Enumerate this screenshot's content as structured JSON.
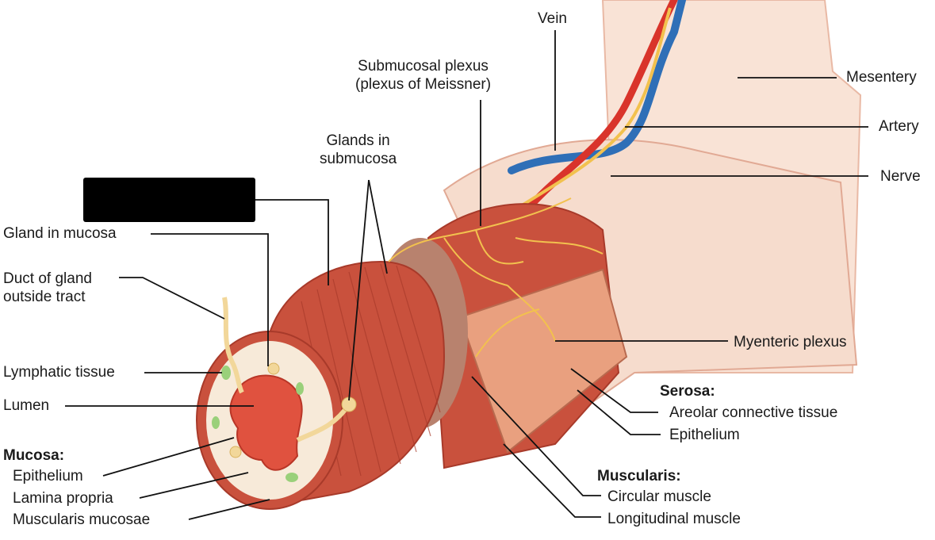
{
  "labels": {
    "vein": "Vein",
    "submucosal_plexus_1": "Submucosal plexus",
    "submucosal_plexus_2": "(plexus of Meissner)",
    "mesentery": "Mesentery",
    "artery": "Artery",
    "nerve": "Nerve",
    "glands_in_1": "Glands in",
    "glands_in_2": "submucosa",
    "gland_in_mucosa": "Gland in mucosa",
    "duct_1": "Duct of gland",
    "duct_2": "outside tract",
    "lymphatic": "Lymphatic tissue",
    "lumen": "Lumen",
    "mucosa_heading": "Mucosa:",
    "epithelium_mucosa": "Epithelium",
    "lamina_propria": "Lamina propria",
    "muscularis_mucosae": "Muscularis mucosae",
    "myenteric": "Myenteric plexus",
    "serosa_heading": "Serosa:",
    "areolar": "Areolar connective tissue",
    "epithelium_serosa": "Epithelium",
    "muscularis_heading": "Muscularis:",
    "circular": "Circular muscle",
    "longitudinal": "Longitudinal muscle"
  },
  "colors": {
    "muscle": "#c9513d",
    "muscle_dark": "#a83a2a",
    "mucosa": "#f7ead9",
    "lumen": "#e0523f",
    "serosa": "#f6dccd",
    "nerve": "#f2c14e",
    "artery": "#d9342b",
    "vein": "#2f6fb7",
    "submucosa_ring": "#b8826e"
  }
}
